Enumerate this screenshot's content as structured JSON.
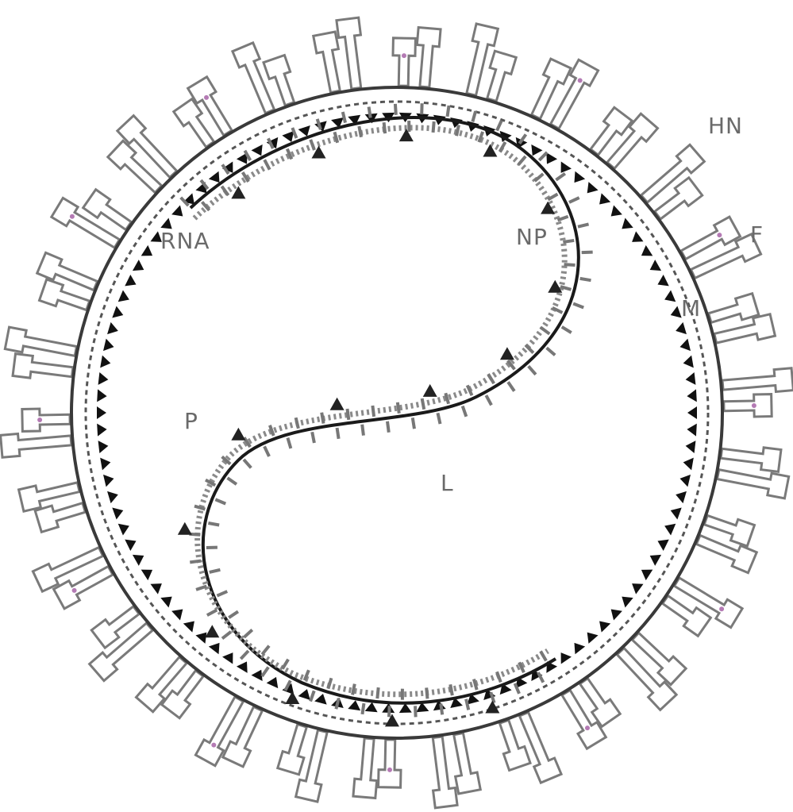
{
  "labels": {
    "hn": "HN",
    "m": "M",
    "f": "F",
    "rna": "RNA",
    "np": "NP",
    "p": "P",
    "l": "L"
  },
  "colors": {
    "line": "#1a1a1a",
    "spike": "#7a7a7a",
    "matrix": "#111111",
    "label": "#6a6a6a",
    "accent": "#b47ab4"
  }
}
